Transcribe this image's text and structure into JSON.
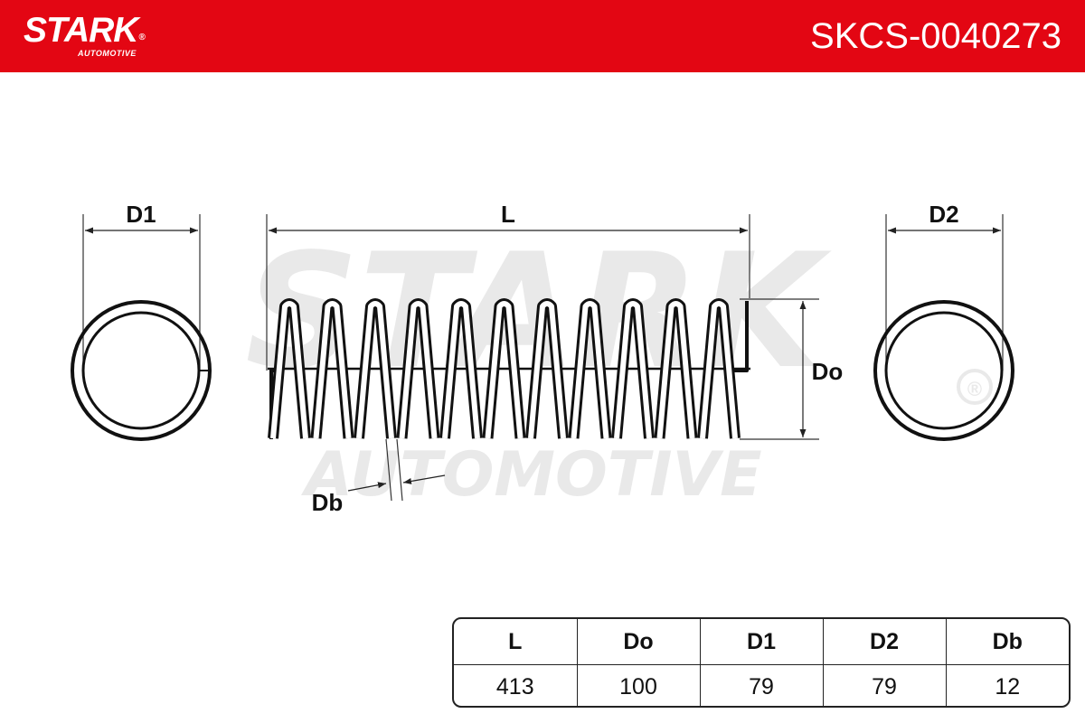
{
  "header": {
    "brand": "STARK",
    "brand_sub": "AUTOMOTIVE",
    "registered_mark": "®",
    "part_number": "SKCS-0040273",
    "color": "#e30613"
  },
  "watermark": {
    "brand": "STARK",
    "sub": "AUTOMOTIVE",
    "registered_mark": "®"
  },
  "diagram": {
    "labels": {
      "d1": "D1",
      "l": "L",
      "d2": "D2",
      "do": "Do",
      "db": "Db"
    }
  },
  "specs": {
    "headers": [
      "L",
      "Do",
      "D1",
      "D2",
      "Db"
    ],
    "values": [
      "413",
      "100",
      "79",
      "79",
      "12"
    ]
  }
}
